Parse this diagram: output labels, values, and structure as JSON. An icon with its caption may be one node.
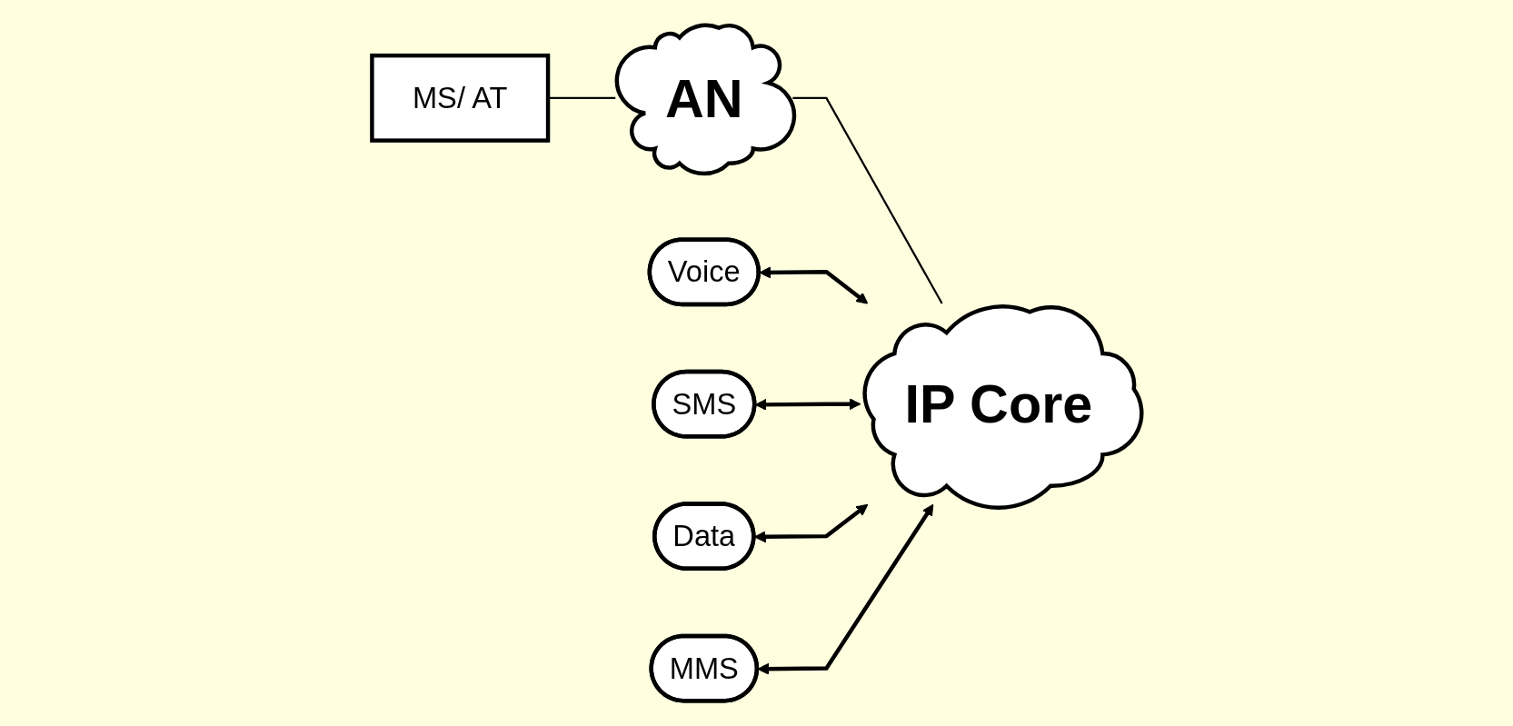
{
  "diagram": {
    "nodes": [
      {
        "text": [
          "MS/ AT"
        ]
      },
      {
        "text": [
          "AN"
        ]
      },
      {
        "text": [
          "IP Core"
        ]
      },
      {
        "text": [
          "Voice"
        ]
      },
      {
        "text": [
          "SMS"
        ]
      },
      {
        "text": [
          "Data"
        ]
      },
      {
        "text": [
          "MMS"
        ]
      }
    ],
    "edges": [
      {
        "from": 0,
        "to": 1,
        "arrow": "none"
      },
      {
        "from": 1,
        "to": 2,
        "arrow": "none"
      },
      {
        "from": 3,
        "to": 2,
        "arrow": "both"
      },
      {
        "from": 4,
        "to": 2,
        "arrow": "both"
      },
      {
        "from": 5,
        "to": 2,
        "arrow": "both"
      },
      {
        "from": 6,
        "to": 2,
        "arrow": "both"
      }
    ]
  }
}
